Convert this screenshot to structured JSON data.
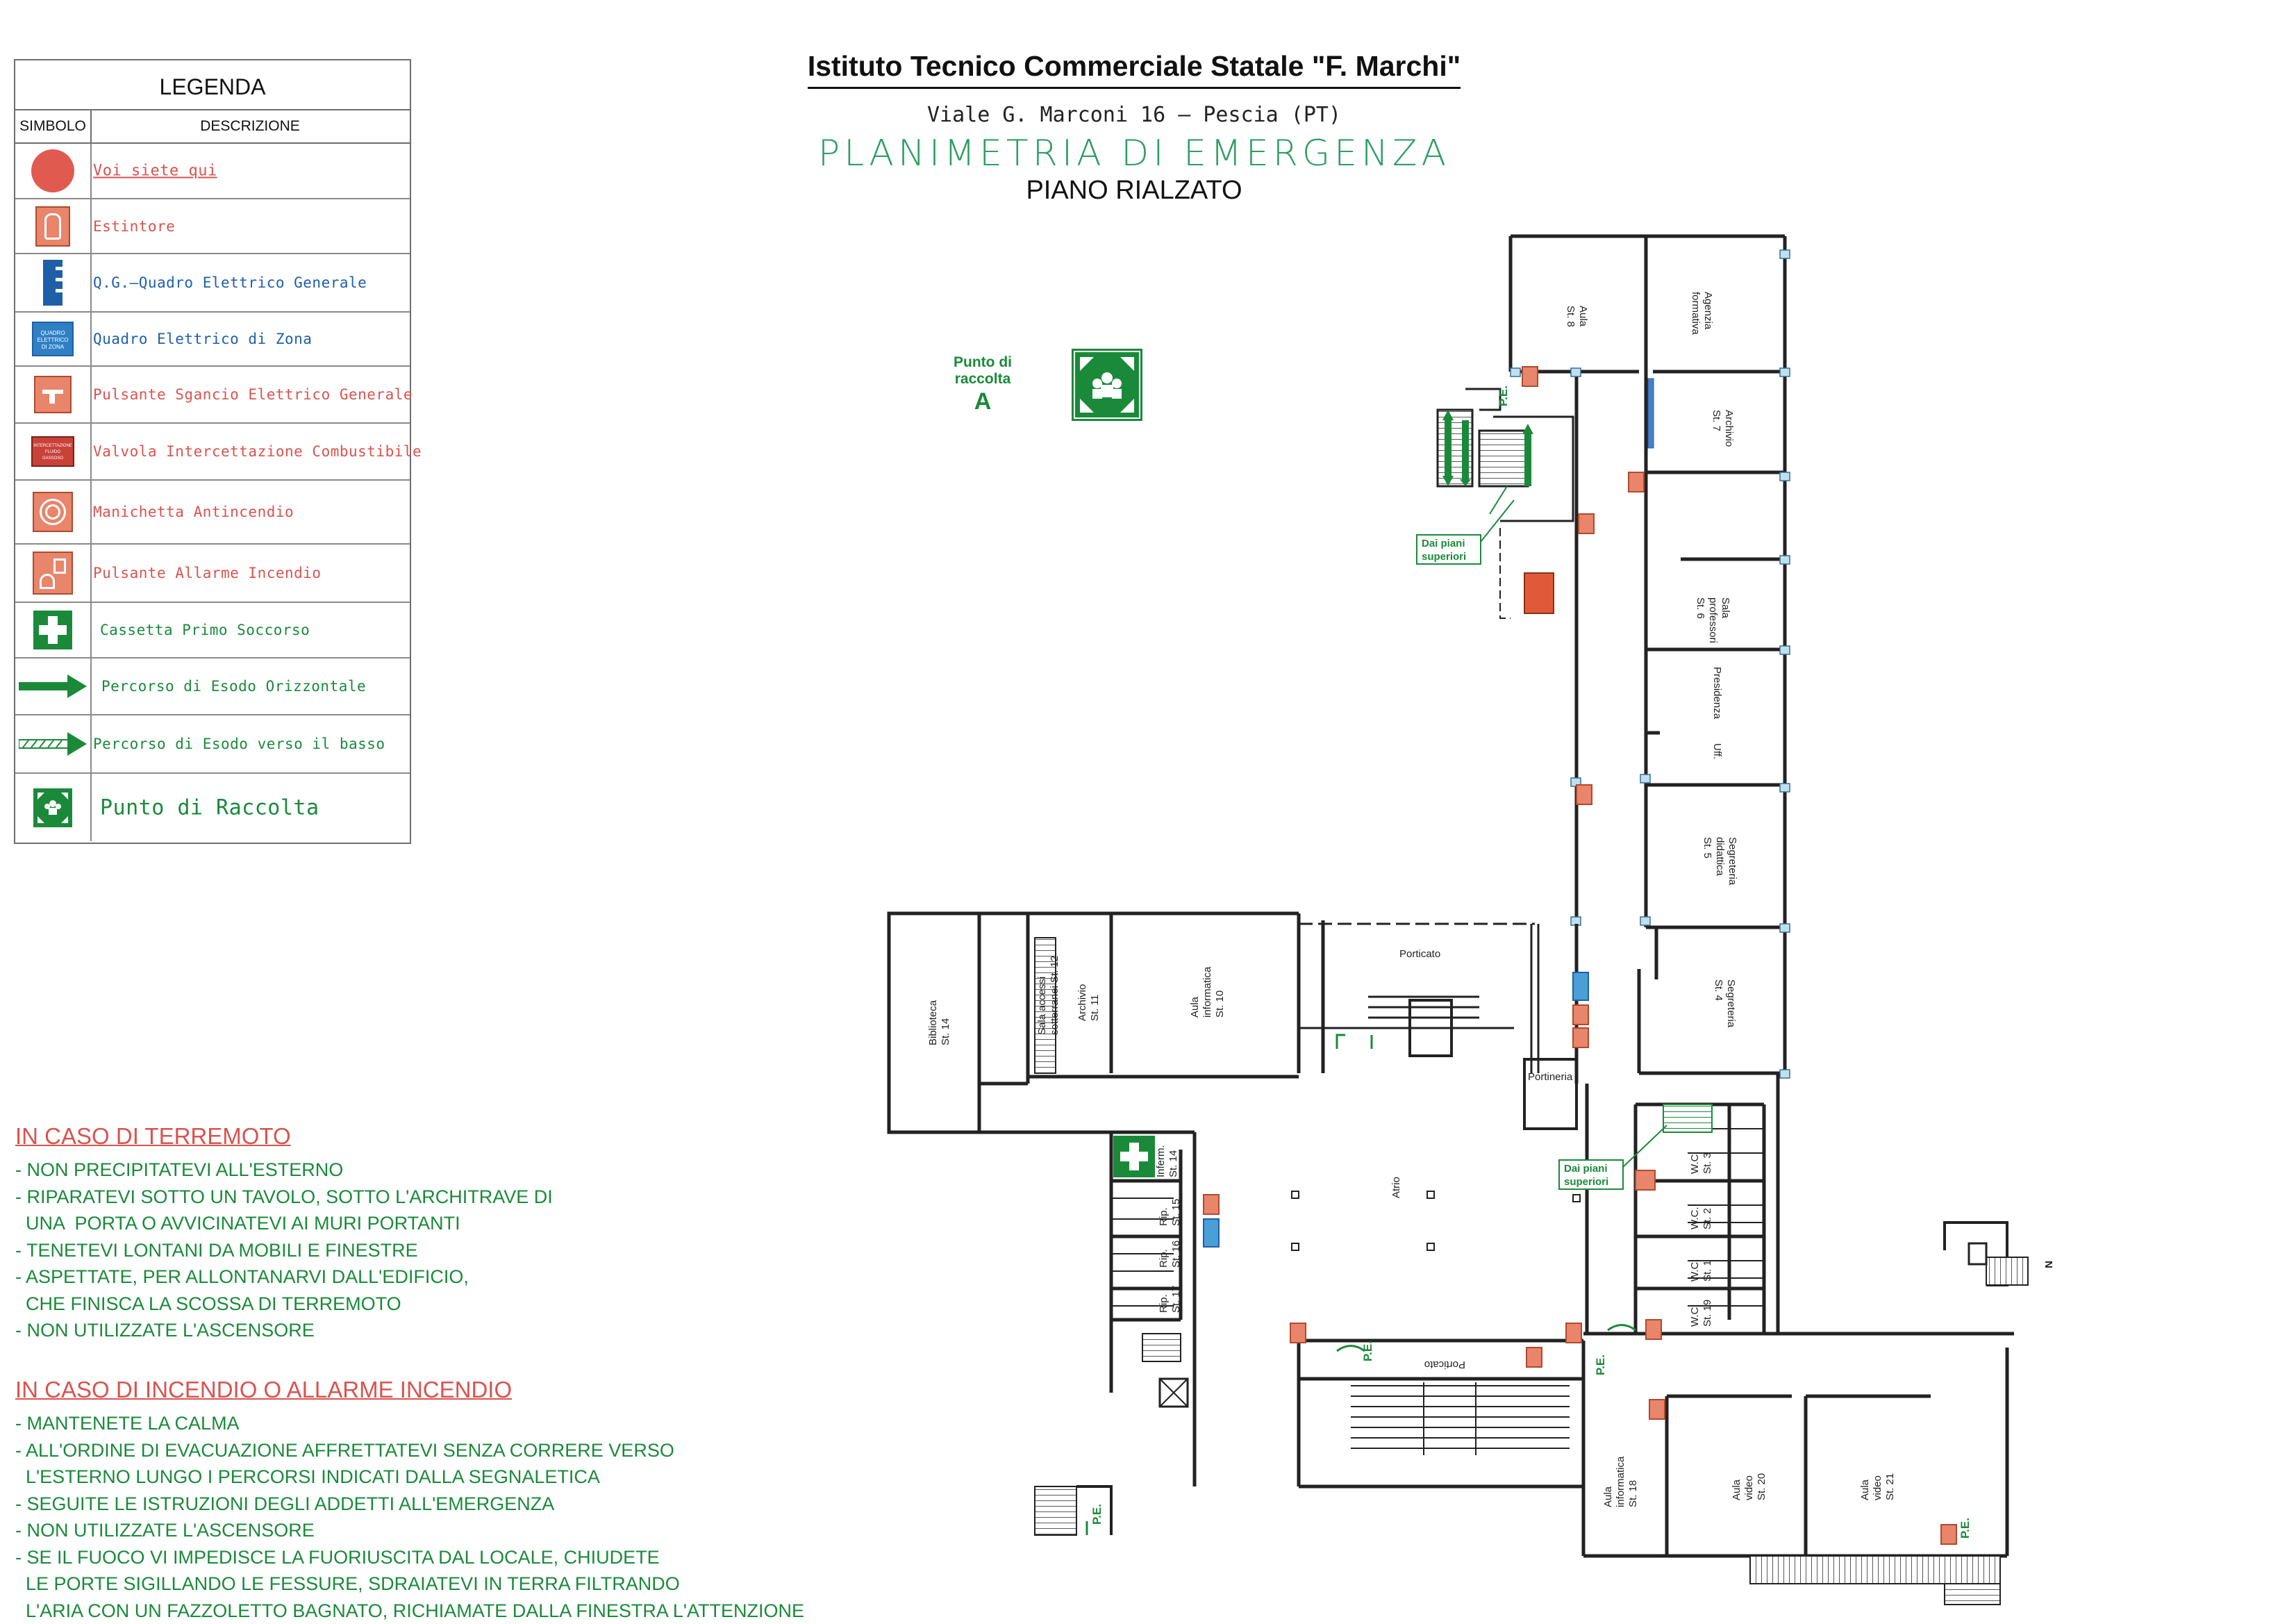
{
  "legend": {
    "title": "LEGENDA",
    "col_symbol": "SIMBOLO",
    "col_description": "DESCRIZIONE",
    "items": [
      {
        "icon": "you-are-here-dot",
        "label": "Voi siete qui",
        "color": "#d9534f"
      },
      {
        "icon": "extinguisher-icon",
        "label": "Estintore",
        "color": "#d9534f"
      },
      {
        "icon": "main-electric-panel-icon",
        "label": "Q.G.—Quadro Elettrico Generale",
        "color": "#1f5fa8"
      },
      {
        "icon": "zone-electric-panel-icon",
        "label": "Quadro Elettrico di Zona",
        "color": "#1f5fa8"
      },
      {
        "icon": "power-cutoff-button-icon",
        "label": "Pulsante Sgancio Elettrico Generale",
        "color": "#d9534f"
      },
      {
        "icon": "fuel-valve-icon",
        "label": "Valvola Intercettazione Combustibile",
        "color": "#d9534f"
      },
      {
        "icon": "fire-hose-icon",
        "label": "Manichetta Antincendio",
        "color": "#d9534f"
      },
      {
        "icon": "fire-alarm-button-icon",
        "label": "Pulsante Allarme Incendio",
        "color": "#d9534f"
      },
      {
        "icon": "first-aid-icon",
        "label": "Cassetta Primo Soccorso",
        "color": "#1a8a3a"
      },
      {
        "icon": "exit-arrow-icon",
        "label": "Percorso di Esodo Orizzontale",
        "color": "#1a8a3a"
      },
      {
        "icon": "exit-down-arrow-icon",
        "label": "Percorso di Esodo verso il basso",
        "color": "#1a8a3a"
      },
      {
        "icon": "assembly-point-icon",
        "label": "Punto di Raccolta",
        "color": "#1a8a3a"
      }
    ],
    "zone_panel_text": [
      "QUADRO",
      "ELETTRICO",
      "DI ZONA"
    ],
    "fuel_valve_text": [
      "INTERCETTAZIONE",
      "FLUIDO",
      "GASSOSO"
    ]
  },
  "header": {
    "school_name": "Istituto Tecnico Commerciale Statale \"F. Marchi\"",
    "address": "Viale G. Marconi 16 — Pescia (PT)",
    "plan_title": "PLANIMETRIA DI EMERGENZA",
    "floor": "PIANO RIALZATO"
  },
  "assembly_point": {
    "line1": "Punto di",
    "line2": "raccolta",
    "letter": "A"
  },
  "earthquake": {
    "heading": "IN CASO DI TERREMOTO",
    "lines": [
      "- NON PRECIPITATEVI ALL'ESTERNO",
      "- RIPARATEVI SOTTO UN TAVOLO, SOTTO L'ARCHITRAVE DI",
      "  UNA  PORTA O AVVICINATEVI AI MURI PORTANTI",
      "- TENETEVI LONTANI DA MOBILI E FINESTRE",
      "- ASPETTATE, PER ALLONTANARVI DALL'EDIFICIO,",
      "  CHE FINISCA LA SCOSSA DI TERREMOTO",
      "- NON UTILIZZATE L'ASCENSORE"
    ]
  },
  "fire": {
    "heading": "IN CASO DI INCENDIO O ALLARME INCENDIO",
    "lines": [
      "- MANTENETE LA CALMA",
      "- ALL'ORDINE DI EVACUAZIONE AFFRETTATEVI SENZA CORRERE VERSO",
      "  L'ESTERNO LUNGO I PERCORSI INDICATI DALLA SEGNALETICA",
      "- SEGUITE LE ISTRUZIONI DEGLI ADDETTI ALL'EMERGENZA",
      "- NON UTILIZZATE L'ASCENSORE",
      "- SE IL FUOCO VI IMPEDISCE LA FUORIUSCITA DAL LOCALE, CHIUDETE",
      "  LE PORTE SIGILLANDO LE FESSURE, SDRAIATEVI IN TERRA FILTRANDO",
      "  L'ARIA CON UN FAZZOLETTO BAGNATO, RICHIAMATE DALLA FINESTRA L'ATTENZIONE"
    ]
  },
  "rooms": {
    "aula8": [
      "Aula",
      "St. 8"
    ],
    "agenzia": [
      "Agenzia",
      "formativa"
    ],
    "archivio7": [
      "Archivio",
      "St. 7"
    ],
    "sala_prof": [
      "Sala",
      "professori",
      "St. 6"
    ],
    "presidenza": [
      "Presidenza"
    ],
    "uff": [
      "Uff."
    ],
    "segr_didattica": [
      "Segreteria",
      "didattica",
      "St. 5"
    ],
    "segreteria4": [
      "Segreteria",
      "St. 4"
    ],
    "biblioteca": [
      "Biblioteca",
      "St. 14"
    ],
    "sala_accessi": [
      "Sala accessi",
      "sotterranei St. 12"
    ],
    "archivio11": [
      "Archivio",
      "St. 11"
    ],
    "aula_info10": [
      "Aula",
      "informatica",
      "St. 10"
    ],
    "porticato": "Porticato",
    "portineria": "Portineria",
    "atrio": "Atrio",
    "infermeria": [
      "Inferm.",
      "St. 14"
    ],
    "rip15": [
      "Rip.",
      "St. 15"
    ],
    "rip16": [
      "Rip.",
      "St. 16"
    ],
    "rip17": [
      "Rip.",
      "St. 17"
    ],
    "wc3": [
      "W.C.",
      "St. 3"
    ],
    "wc2": [
      "W.C.",
      "St. 2"
    ],
    "wc1": [
      "W.C.",
      "St. 1"
    ],
    "wc19": [
      "W.C.",
      "St. 19"
    ],
    "aula_info18": [
      "Aula",
      "informatica",
      "St. 18"
    ],
    "aula_video20": [
      "Aula",
      "video",
      "St. 20"
    ],
    "aula_video21": [
      "Aula",
      "video",
      "St. 21"
    ],
    "porticato2": "Porticato"
  },
  "markers": {
    "pe": "P.E.",
    "from_upper": [
      "Dai piani",
      "superiori"
    ],
    "north": "N"
  },
  "colors": {
    "green": "#1a8a3a",
    "red": "#d9534f",
    "salmon": "#e8856b",
    "blue": "#1f5fa8",
    "wall": "#222222"
  }
}
